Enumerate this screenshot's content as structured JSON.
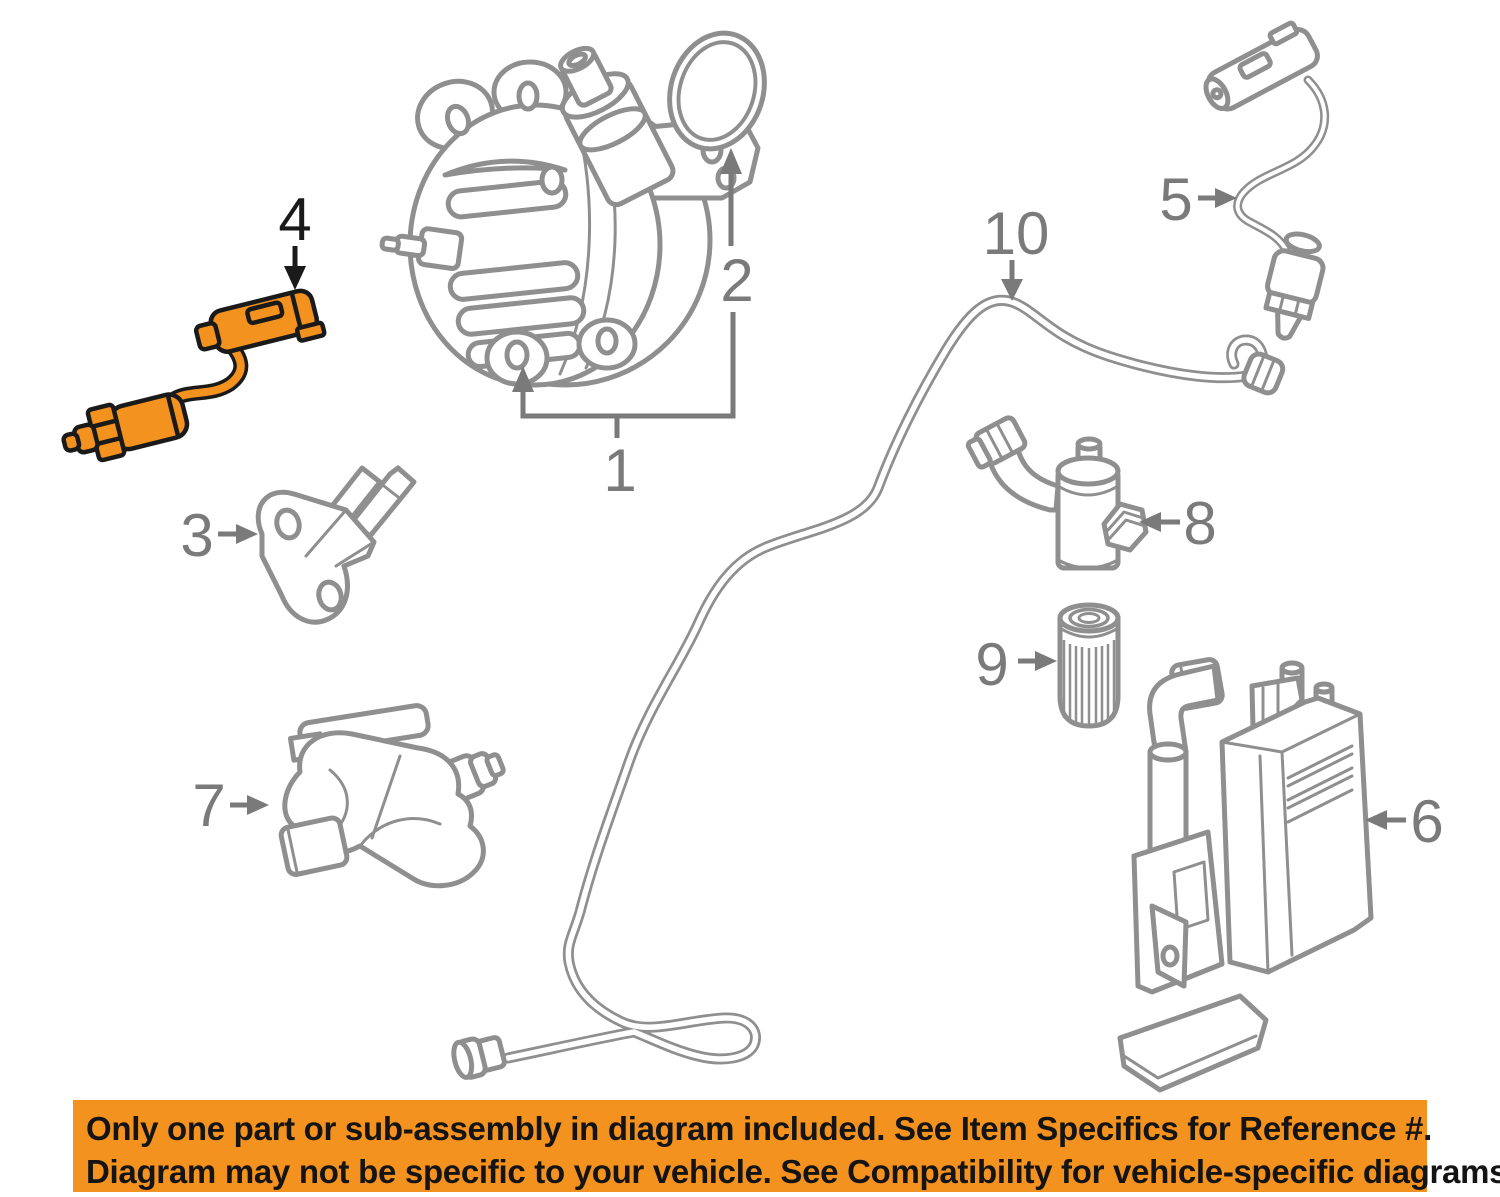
{
  "figure": {
    "type": "parts-diagram",
    "highlighted_callout": "4",
    "colors": {
      "line_art": "#8f8f8f",
      "callout_label": "#7a7a7a",
      "highlight_orange": "#f3921e",
      "highlight_outline": "#1a1a1a",
      "banner_background": "#f3921e",
      "banner_text": "#141414"
    }
  },
  "callouts": [
    {
      "number": "1"
    },
    {
      "number": "2"
    },
    {
      "number": "3"
    },
    {
      "number": "4"
    },
    {
      "number": "5"
    },
    {
      "number": "6"
    },
    {
      "number": "7"
    },
    {
      "number": "8"
    },
    {
      "number": "9"
    },
    {
      "number": "10"
    }
  ],
  "banner": {
    "line1": "Only one part or sub-assembly in diagram included. See Item Specifics for Reference #.",
    "line2": "Diagram may not be specific to your vehicle. See Compatibility for vehicle-specific diagrams."
  }
}
